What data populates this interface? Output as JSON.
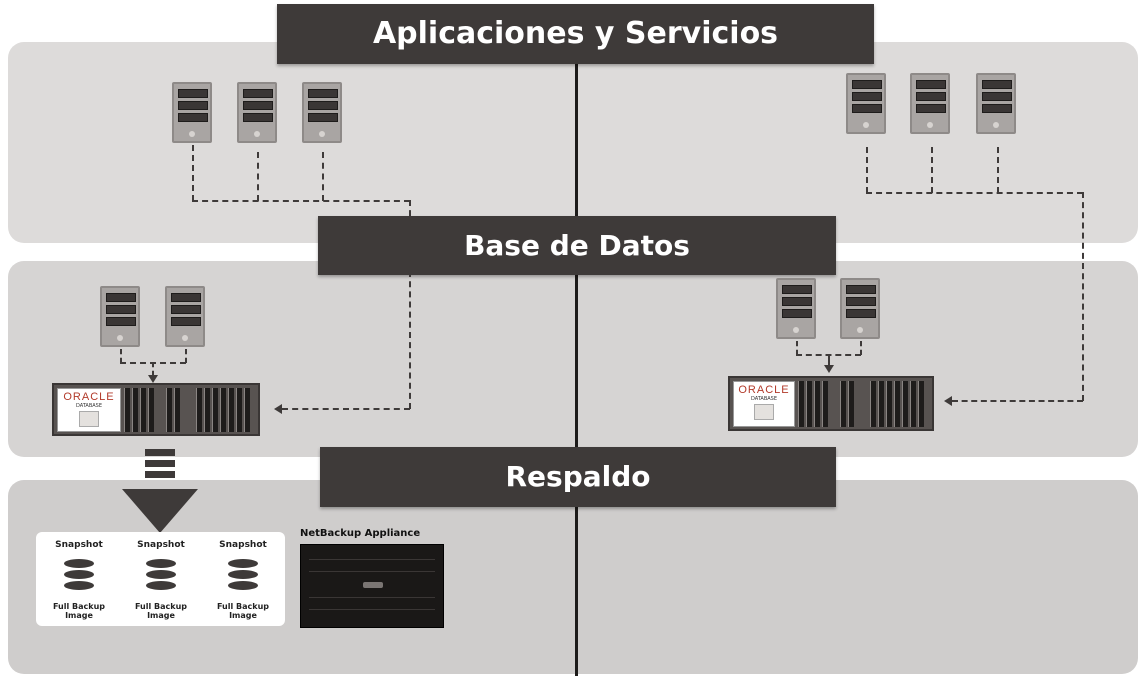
{
  "tiers": {
    "applications": {
      "title": "Aplicaciones y Servicios"
    },
    "database": {
      "title": "Base de Datos"
    },
    "backup": {
      "title": "Respaldo"
    }
  },
  "oracle": {
    "logo_text": "ORACLE",
    "product_text": "DATABASE"
  },
  "snapshots": [
    {
      "title": "Snapshot",
      "caption": "Full Backup Image"
    },
    {
      "title": "Snapshot",
      "caption": "Full Backup Image"
    },
    {
      "title": "Snapshot",
      "caption": "Full Backup Image"
    }
  ],
  "appliance": {
    "title": "NetBackup Appliance"
  },
  "colors": {
    "banner": "#3e3a39",
    "tier_background": "#d9d7d6",
    "oracle_red": "#b23a2a"
  }
}
